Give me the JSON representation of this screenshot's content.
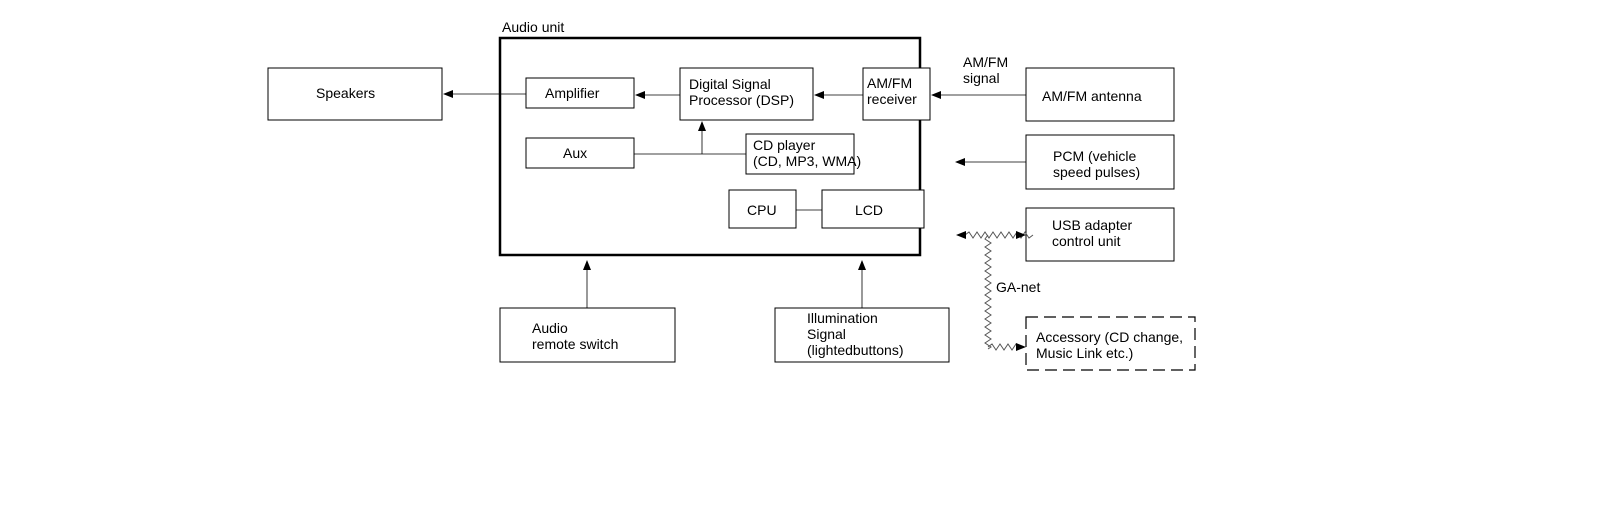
{
  "diagram": {
    "audio_unit_title": "Audio unit",
    "speakers": "Speakers",
    "amplifier": "Amplifier",
    "dsp": [
      "Digital Signal",
      "Processor (DSP)"
    ],
    "amfm_receiver": [
      "AM/FM",
      "receiver"
    ],
    "aux": "Aux",
    "cd_player": [
      "CD player",
      "(CD, MP3, WMA)"
    ],
    "cpu": "CPU",
    "lcd": "LCD",
    "amfm_signal": [
      "AM/FM",
      "signal"
    ],
    "amfm_antenna": "AM/FM antenna",
    "pcm": [
      "PCM (vehicle",
      "speed pulses)"
    ],
    "usb_adapter": [
      "USB adapter",
      "control unit"
    ],
    "ga_net": "GA-net",
    "accessory": [
      "Accessory (CD change,",
      "Music Link etc.)"
    ],
    "audio_remote_switch": [
      "Audio",
      "remote switch"
    ],
    "illumination": [
      "Illumination",
      "Signal",
      "(lightedbuttons)"
    ]
  }
}
